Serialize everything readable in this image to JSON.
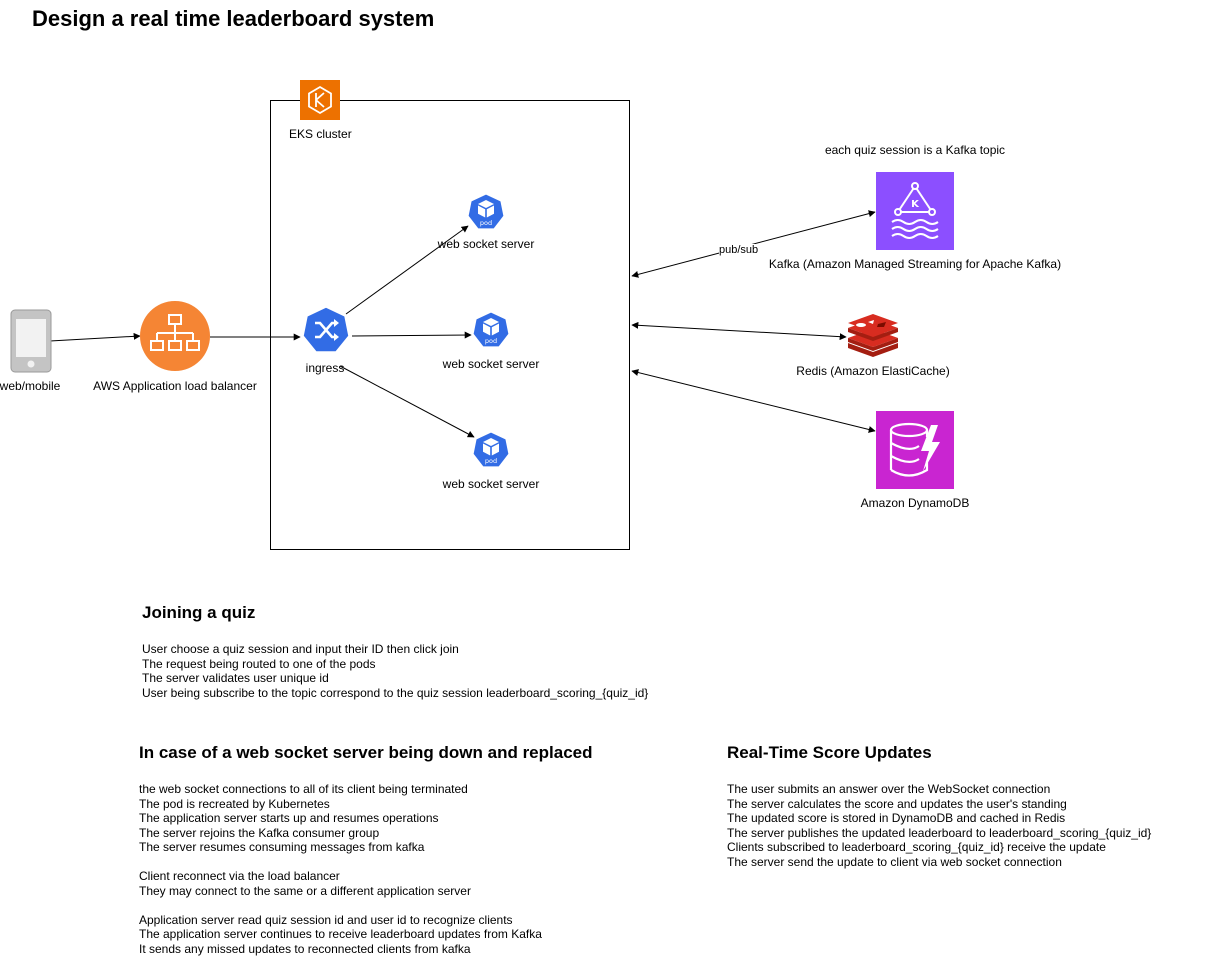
{
  "title": "Design a real time leaderboard system",
  "nodes": {
    "client": "web/mobile",
    "alb": "AWS Application load balancer",
    "eks": "EKS cluster",
    "ingress": "ingress",
    "pod_badge": "pod",
    "ws1": "web socket server",
    "ws2": "web socket server",
    "ws3": "web socket server",
    "kafka_note": "each quiz session is a Kafka topic",
    "kafka": "Kafka (Amazon Managed Streaming for Apache Kafka)",
    "redis": "Redis (Amazon ElastiCache)",
    "dynamodb": "Amazon DynamoDB"
  },
  "edges": {
    "pubsub": "pub/sub"
  },
  "colors": {
    "alb_orange": "#f58534",
    "eks_orange": "#ed7100",
    "k8s_blue": "#326ce5",
    "kafka_purple": "#8c4fff",
    "redis_red": "#c6302b",
    "dynamo_magenta": "#c925d1"
  },
  "sections": {
    "joining": {
      "heading": "Joining a quiz",
      "lines": [
        "User choose a quiz session and input their ID then click join",
        "The request being routed to one of the pods",
        "The server validates user unique id",
        "User being subscribe to the topic correspond to the quiz session leaderboard_scoring_{quiz_id}"
      ]
    },
    "failover": {
      "heading": "In case of a web socket server being down and replaced",
      "lines": [
        "the web socket connections to all of its client being terminated",
        "The pod is recreated by Kubernetes",
        "The application server starts up and resumes operations",
        "The server rejoins the Kafka consumer group",
        "The server resumes consuming messages from kafka",
        "",
        "Client reconnect via the load balancer",
        "They may connect to the same or a different application server",
        "",
        "Application server read quiz session id and user id to recognize clients",
        "The application server continues to receive leaderboard updates from Kafka",
        "It sends any missed updates to reconnected clients from kafka"
      ]
    },
    "realtime": {
      "heading": "Real-Time Score Updates",
      "lines": [
        "The user submits an answer over the WebSocket connection",
        "The server calculates the score and updates the user's standing",
        "The updated score is stored in DynamoDB and cached in Redis",
        "The server publishes the updated leaderboard to leaderboard_scoring_{quiz_id}",
        "Clients subscribed to leaderboard_scoring_{quiz_id} receive the update",
        "The server send the update to client via web socket connection"
      ]
    }
  }
}
